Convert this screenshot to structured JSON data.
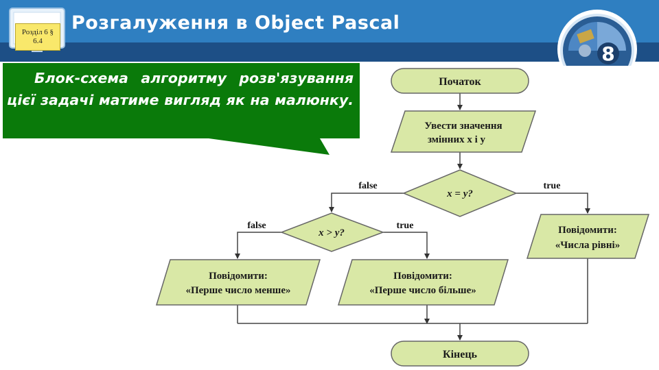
{
  "header": {
    "title": "Розгалуження в Object Pascal",
    "section_line1": "Розділ 6 §",
    "section_line2": "6.4",
    "logo_number": "8"
  },
  "callout": {
    "text": "Блок-схема алгоритму розв'язування цієї задачі матиме вигляд як на малюнку."
  },
  "flowchart": {
    "start": "Початок",
    "input_line1": "Увести значення",
    "input_line2": "змінних  x  і  y",
    "cond1": "x = y?",
    "cond1_false": "false",
    "cond1_true": "true",
    "cond2": "x > y?",
    "cond2_false": "false",
    "cond2_true": "true",
    "out_equal_line1": "Повідомити:",
    "out_equal_line2": "«Числа рівні»",
    "out_less_line1": "Повідомити:",
    "out_less_line2": "«Перше число менше»",
    "out_greater_line1": "Повідомити:",
    "out_greater_line2": "«Перше число більше»",
    "end": "Кінець"
  },
  "colors": {
    "header": "#2f7fc1",
    "header_dark": "#1d4f86",
    "callout": "#0a7a0a",
    "shape_fill": "#d9e8a6",
    "badge": "#f9e86b"
  }
}
